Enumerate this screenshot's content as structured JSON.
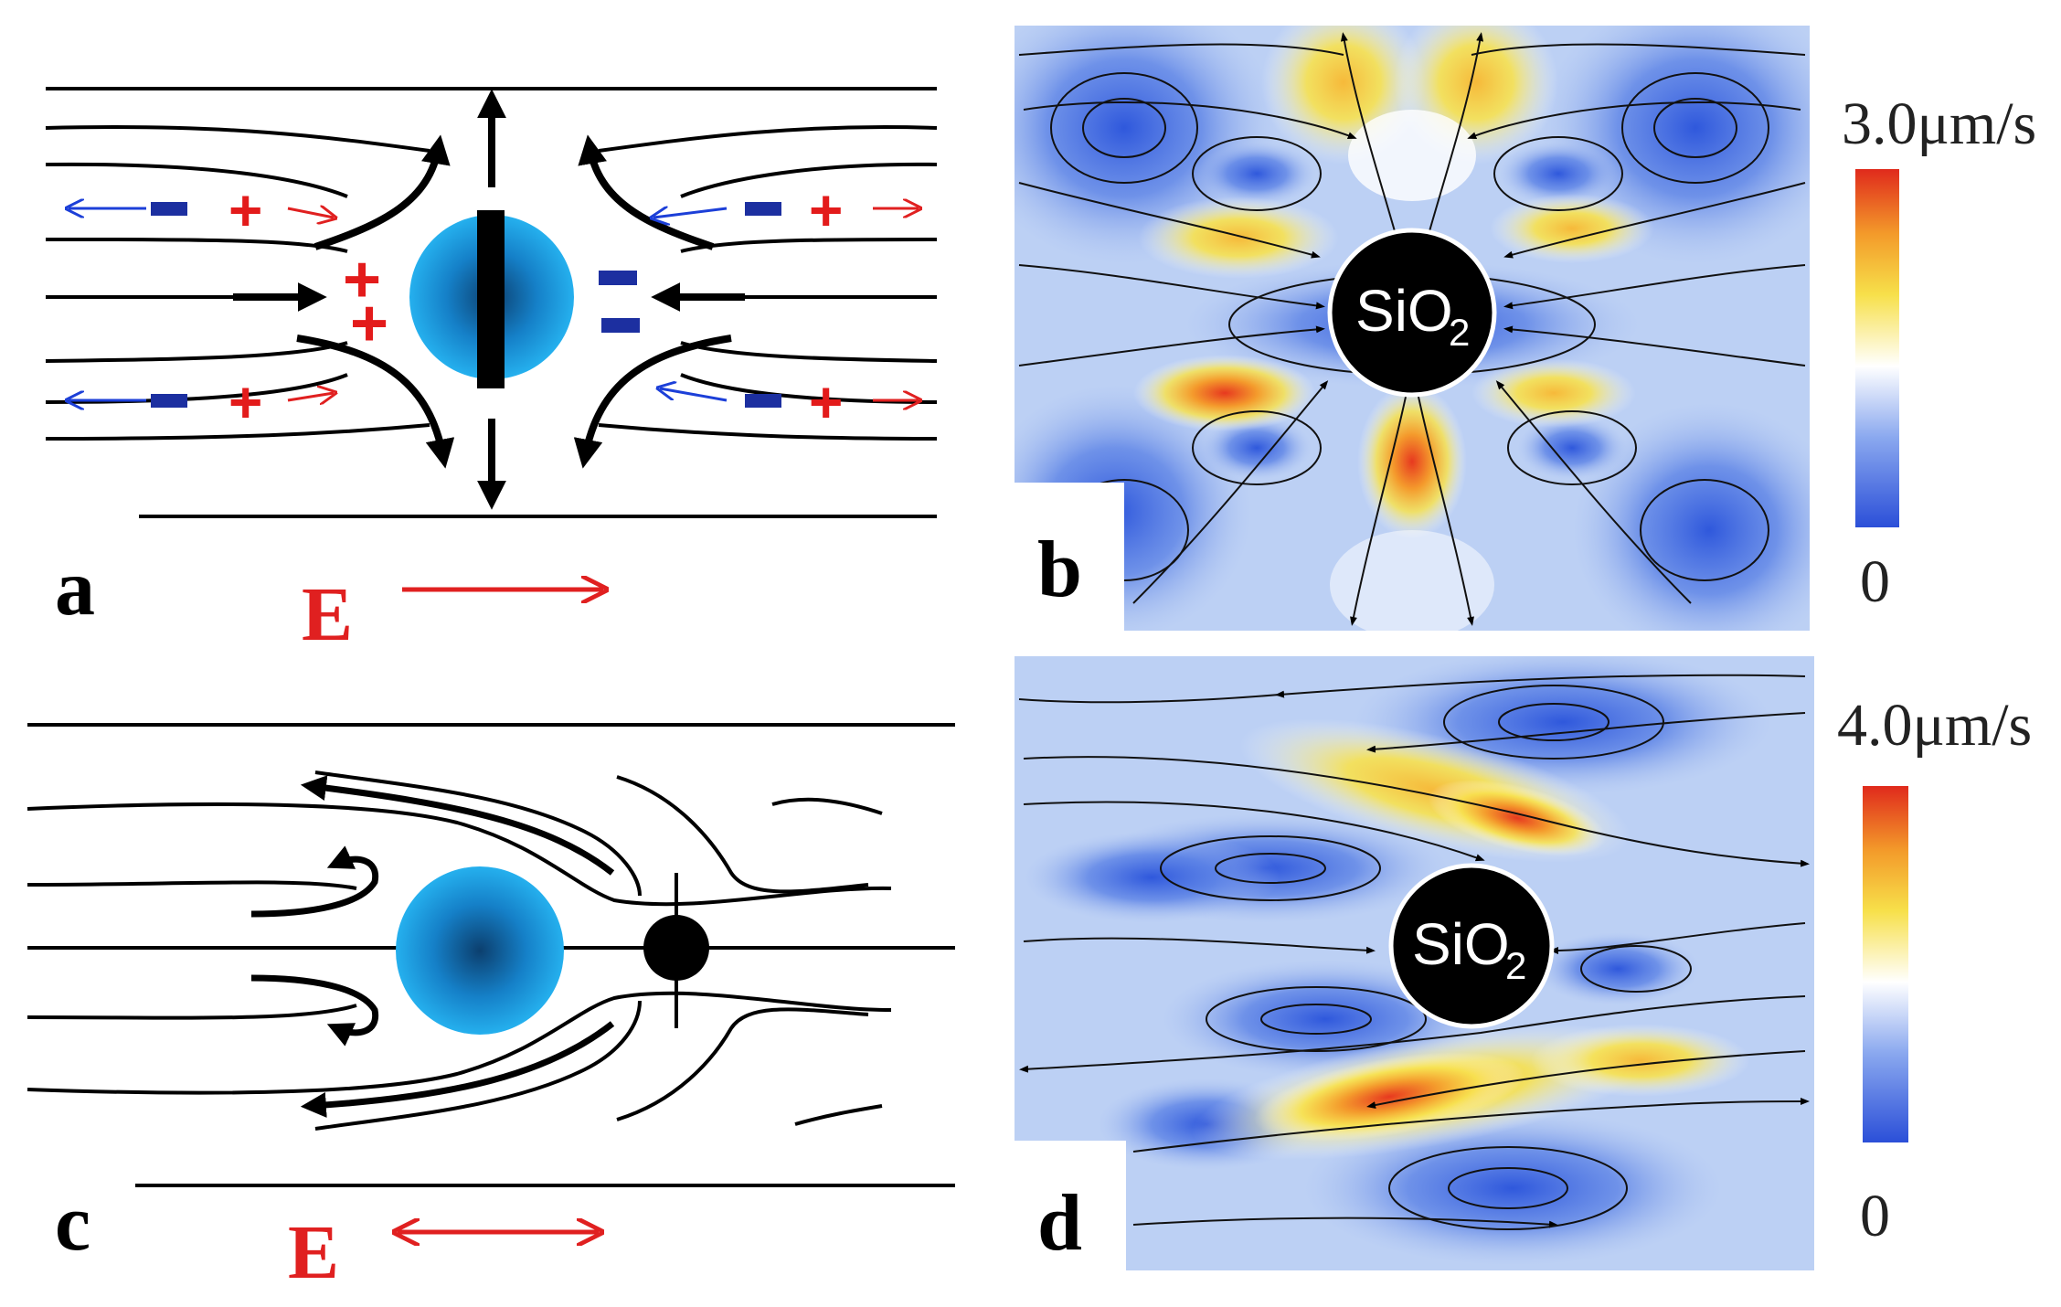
{
  "panels": {
    "a": {
      "letter": "a",
      "field_label": "E",
      "field_arrow": "single-headed-right"
    },
    "b": {
      "letter": "b",
      "particle_label": "SiO",
      "particle_sub": "2",
      "colorbar": {
        "max": "3.0μm/s",
        "min": "0"
      }
    },
    "c": {
      "letter": "c",
      "field_label": "E",
      "field_arrow": "double-headed"
    },
    "d": {
      "letter": "d",
      "particle_label": "SiO",
      "particle_sub": "2",
      "colorbar": {
        "max": "4.0μm/s",
        "min": "0"
      }
    }
  },
  "colors": {
    "field_arrow": "#e02020",
    "positive_charge": "#e31b1b",
    "negative_charge": "#1c2fa0",
    "particle": "#1da1e0",
    "colormap": [
      "#2b4fd8",
      "#8aa8ef",
      "#ffffff",
      "#f7e04a",
      "#f39a2a",
      "#e02a1c"
    ]
  },
  "icons": [
    "arrow-icon",
    "plus-icon",
    "minus-icon",
    "particle-icon"
  ]
}
